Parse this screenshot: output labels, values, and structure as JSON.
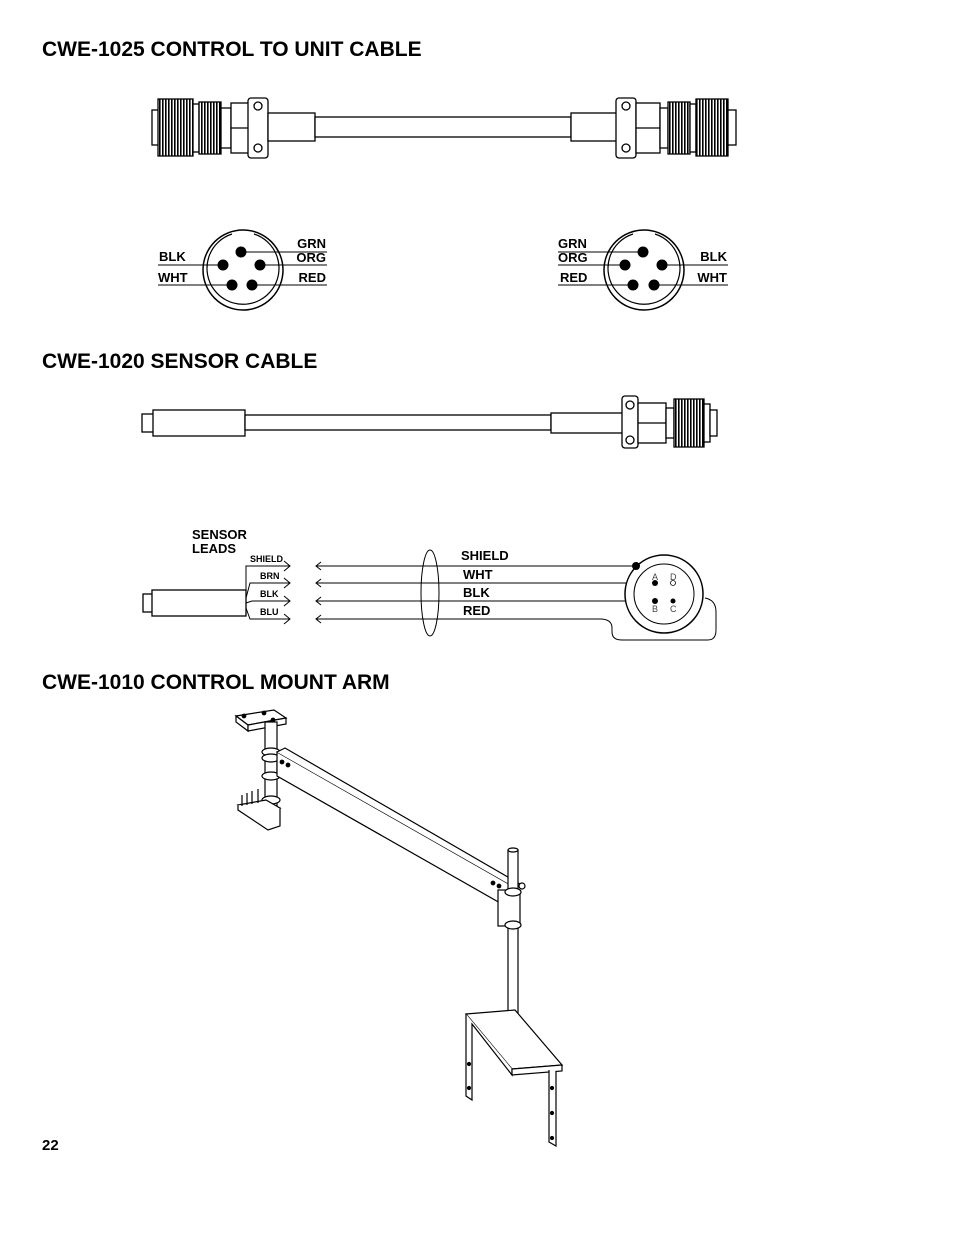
{
  "sections": [
    {
      "title": "CWE-1025 CONTROL TO UNIT CABLE"
    },
    {
      "title": "CWE-1020 SENSOR CABLE"
    },
    {
      "title": "CWE-1010 CONTROL MOUNT ARM"
    }
  ],
  "connector_left": {
    "grn": "GRN",
    "org": "ORG",
    "blk": "BLK",
    "wht": "WHT",
    "red": "RED"
  },
  "connector_right": {
    "grn": "GRN",
    "org": "ORG",
    "blk": "BLK",
    "wht": "WHT",
    "red": "RED"
  },
  "sensor_wiring": {
    "sensor_leads_line1": "SENSOR",
    "sensor_leads_line2": "LEADS",
    "lead_labels": [
      "SHIELD",
      "BRN",
      "BLK",
      "BLU"
    ],
    "wire_labels": [
      "SHIELD",
      "WHT",
      "BLK",
      "RED"
    ],
    "pin_letters": [
      "A",
      "D",
      "B",
      "C"
    ]
  },
  "page_number": "22"
}
